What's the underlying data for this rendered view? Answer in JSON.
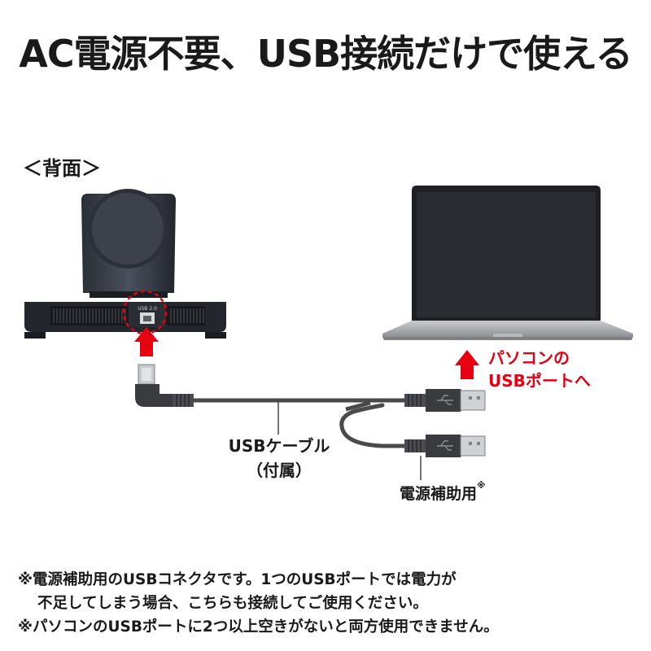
{
  "title": "AC電源不要、USB接続だけで使える",
  "back_view_label": "＜背面＞",
  "camera_port_text": "USB 2.0",
  "pc_port_label": [
    "パソコンの",
    "USBポートへ"
  ],
  "cable_label": [
    "USBケーブル",
    "（付属）"
  ],
  "aux_power_label": "電源補助用",
  "aux_power_mark": "※",
  "notes": [
    "※電源補助用のUSBコネクタです。1つのUSBポートでは電力が",
    "不足してしまう場合、こちらも接続してご使用ください。",
    "※パソコンのUSBポートに2つ以上空きがないと両方使用できません。"
  ],
  "colors": {
    "accent_red": "#e60012",
    "cable": "#4a4a4a",
    "text": "#1a1a1a"
  }
}
